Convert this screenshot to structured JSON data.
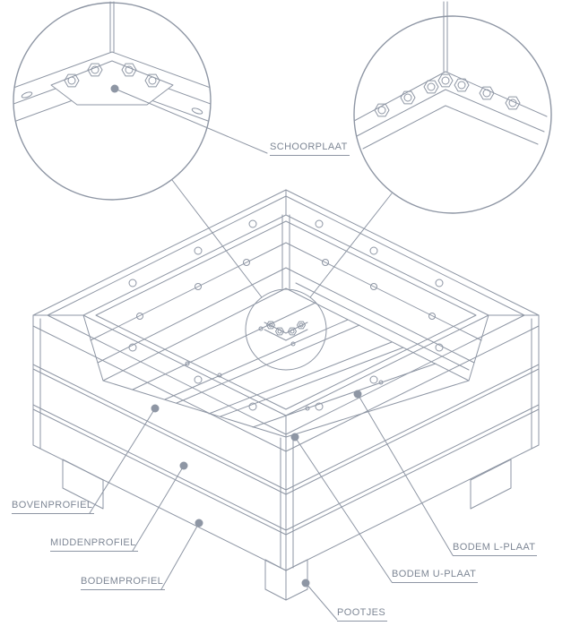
{
  "diagram": {
    "type": "technical-assembly-drawing",
    "colors": {
      "background": "#ffffff",
      "line_color": "#8e96a4",
      "text_color": "#7e8795"
    },
    "labels": {
      "schoorplaat": "SCHOORPLAAT",
      "bovenprofiel": "BOVENPROFIEL",
      "middenprofiel": "MIDDENPROFIEL",
      "bodemprofiel": "BODEMPROFIEL",
      "pootjes": "POOTJES",
      "bodem_u_plaat": "BODEM U-PLAAT",
      "bodem_l_plaat": "BODEM L-PLAAT"
    }
  }
}
